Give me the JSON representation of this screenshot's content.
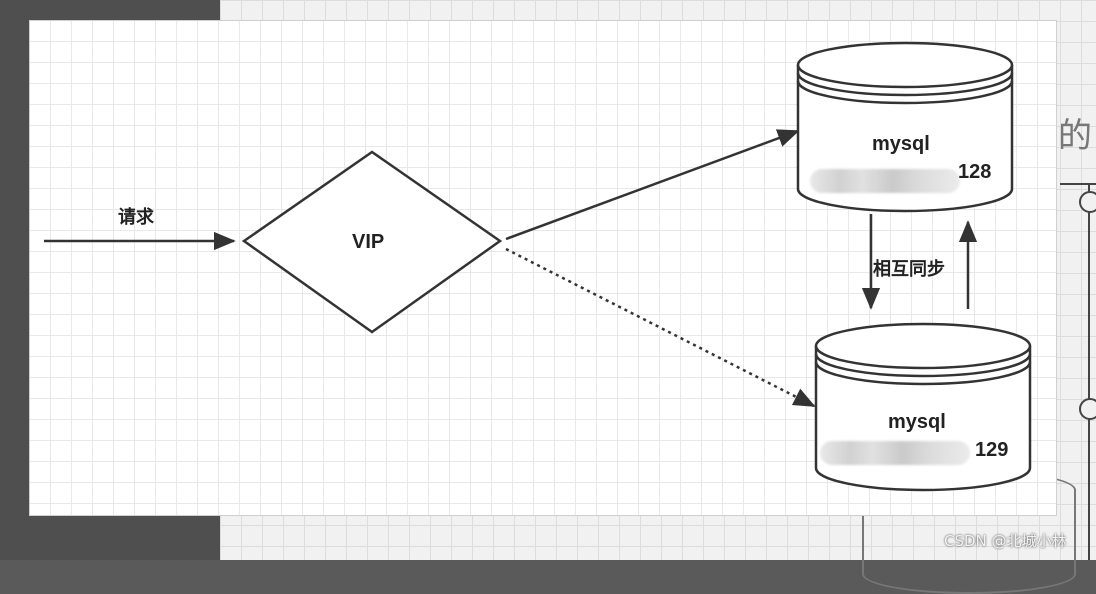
{
  "diagram": {
    "request_label": "请求",
    "vip_label": "VIP",
    "db_top": {
      "name": "mysql",
      "ip_suffix": "128"
    },
    "db_bottom": {
      "name": "mysql",
      "ip_suffix": "129"
    },
    "sync_label": "相互同步"
  },
  "background": {
    "partial_char": "的"
  },
  "watermark": "CSDN @北城小林",
  "colors": {
    "stroke": "#333333",
    "panel": "#ffffff",
    "grid": "#e8e8e8",
    "outer_bg": "#4f4f4f"
  }
}
